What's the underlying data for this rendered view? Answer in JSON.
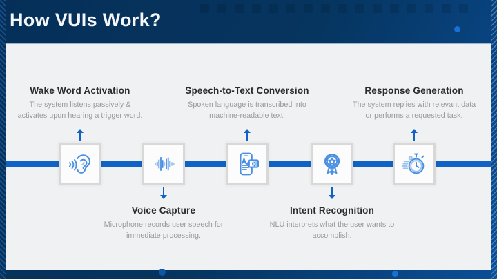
{
  "header": {
    "title": "How VUIs Work?"
  },
  "steps": [
    {
      "id": "wake-word-activation",
      "position": "top",
      "icon": "ear-listening-icon",
      "title": "Wake Word Activation",
      "description_lines": [
        "The system listens passively &",
        "activates upon hearing a trigger word."
      ]
    },
    {
      "id": "voice-capture",
      "position": "bottom",
      "icon": "audio-waveform-icon",
      "title": "Voice Capture",
      "description_lines": [
        "Microphone records user speech for",
        "immediate processing."
      ]
    },
    {
      "id": "speech-to-text-conversion",
      "position": "top",
      "icon": "speech-to-text-phone-icon",
      "title": "Speech-to-Text Conversion",
      "description_lines": [
        "Spoken language is transcribed into",
        "machine-readable text."
      ]
    },
    {
      "id": "intent-recognition",
      "position": "bottom",
      "icon": "award-ribbon-icon",
      "title": "Intent Recognition",
      "description_lines": [
        "NLU interprets what the user wants to",
        "accomplish."
      ]
    },
    {
      "id": "response-generation",
      "position": "top",
      "icon": "stopwatch-icon",
      "title": "Response Generation",
      "description_lines": [
        "The system replies with relevant data",
        "or performs a requested task."
      ]
    }
  ],
  "colors": {
    "background_navy": "#05315c",
    "background_blue": "#0b4e97",
    "panel": "#f0f1f2",
    "timeline_blue": "#1063c4",
    "icon_blue": "#4a8fe2",
    "icon_blue_light": "#9ec4ee",
    "box_border": "#d8d8d8",
    "title_text": "#2b2b2b",
    "description_text": "#9a9a9a",
    "accent_dot": "#1a6fd4",
    "header_text": "#f4f6f9"
  }
}
